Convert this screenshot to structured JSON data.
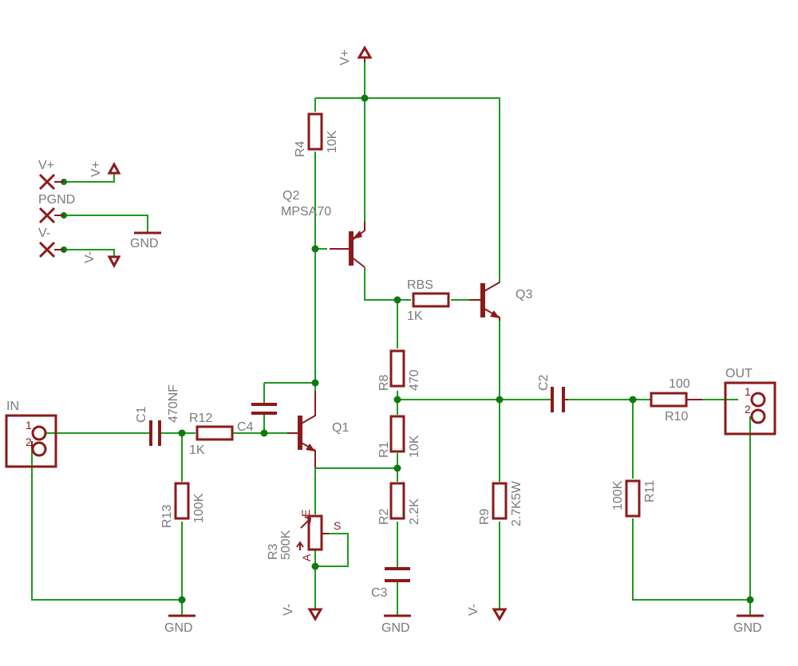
{
  "power": {
    "vplus": "V+",
    "vminus": "V-",
    "pgnd": "PGND",
    "gnd": "GND"
  },
  "components": {
    "R1": {
      "name": "R1",
      "value": "10K"
    },
    "R2": {
      "name": "R2",
      "value": "2.2K"
    },
    "R3": {
      "name": "R3",
      "value": "500K",
      "pin_e": "E",
      "pin_s": "S",
      "pin_a": "A"
    },
    "R4": {
      "name": "R4",
      "value": "10K"
    },
    "R8": {
      "name": "R8",
      "value": "470"
    },
    "R9": {
      "name": "R9",
      "value": "2.7K5W"
    },
    "R10": {
      "name": "R10",
      "value": "100"
    },
    "R11": {
      "name": "R11",
      "value": "100K"
    },
    "R12": {
      "name": "R12",
      "value": "1K"
    },
    "R13": {
      "name": "R13",
      "value": "100K"
    },
    "RBS": {
      "name": "RBS",
      "value": "1K"
    },
    "C1": {
      "name": "C1",
      "value": "470NF"
    },
    "C2": {
      "name": "C2"
    },
    "C3": {
      "name": "C3"
    },
    "C4": {
      "name": "C4"
    },
    "Q1": {
      "name": "Q1"
    },
    "Q2": {
      "name": "Q2",
      "value": "MPSA70"
    },
    "Q3": {
      "name": "Q3"
    },
    "IN": {
      "name": "IN",
      "pin1": "1",
      "pin2": "2"
    },
    "OUT": {
      "name": "OUT",
      "pin1": "1",
      "pin2": "2"
    }
  }
}
